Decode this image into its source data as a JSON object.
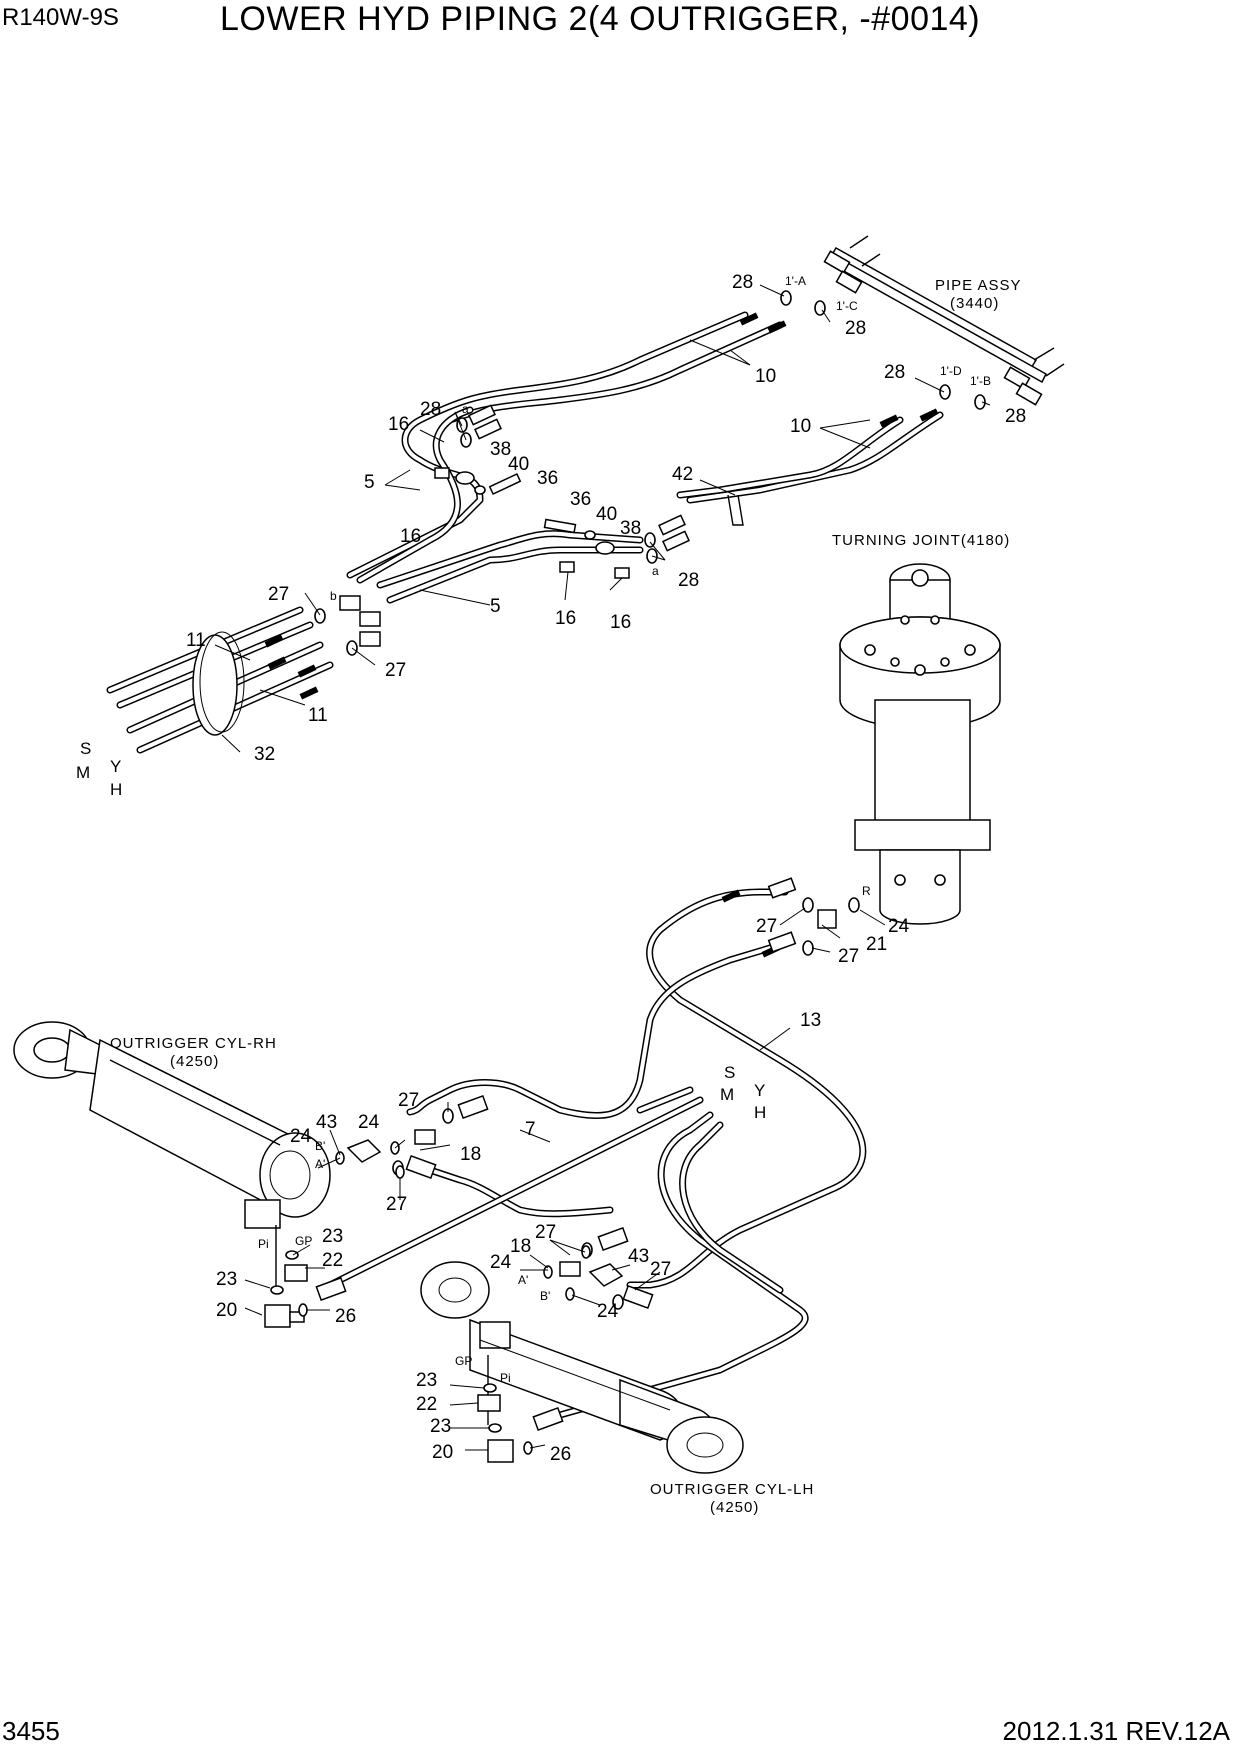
{
  "header": {
    "model": "R140W-9S",
    "title": "LOWER HYD PIPING 2(4 OUTRIGGER, -#0014)"
  },
  "footer": {
    "page_number": "3455",
    "date_revision": "2012.1.31  REV.12A"
  },
  "labels": {
    "pipe_assy": "PIPE ASSY",
    "pipe_assy_ref": "(3440)",
    "turning_joint": "TURNING JOINT(4180)",
    "cyl_rh": "OUTRIGGER CYL-RH",
    "cyl_rh_ref": "(4250)",
    "cyl_lh": "OUTRIGGER CYL-LH",
    "cyl_lh_ref": "(4250)"
  },
  "ports": {
    "a1": "1'-A",
    "c1": "1'-C",
    "d1": "1'-D",
    "b1": "1'-B",
    "a": "a",
    "b": "b",
    "r": "R",
    "s": "S",
    "m": "M",
    "y": "Y",
    "h": "H",
    "a_prime": "A'",
    "b_prime": "B'",
    "gp": "GP",
    "pi": "Pi"
  },
  "callouts": {
    "p28a": "28",
    "p28b": "28",
    "p28c": "28",
    "p28d": "28",
    "p28e": "28",
    "p28f": "28",
    "p10a": "10",
    "p10b": "10",
    "p16a": "16",
    "p16b": "16",
    "p16c": "16",
    "p16d": "16",
    "p5a": "5",
    "p5b": "5",
    "p38a": "38",
    "p38b": "38",
    "p40a": "40",
    "p40b": "40",
    "p36a": "36",
    "p36b": "36",
    "p42": "42",
    "p27a": "27",
    "p27b": "27",
    "p27c": "27",
    "p27d": "27",
    "p27e": "27",
    "p27f": "27",
    "p27g": "27",
    "p27h": "27",
    "p11a": "11",
    "p11b": "11",
    "p32": "32",
    "p24a": "24",
    "p24b": "24",
    "p24c": "24",
    "p24d": "24",
    "p24e": "24",
    "p21": "21",
    "p13": "13",
    "p7": "7",
    "p43a": "43",
    "p43b": "43",
    "p18a": "18",
    "p18b": "18",
    "p23a": "23",
    "p23b": "23",
    "p23c": "23",
    "p23d": "23",
    "p22a": "22",
    "p22b": "22",
    "p20a": "20",
    "p20b": "20",
    "p26a": "26",
    "p26b": "26"
  }
}
